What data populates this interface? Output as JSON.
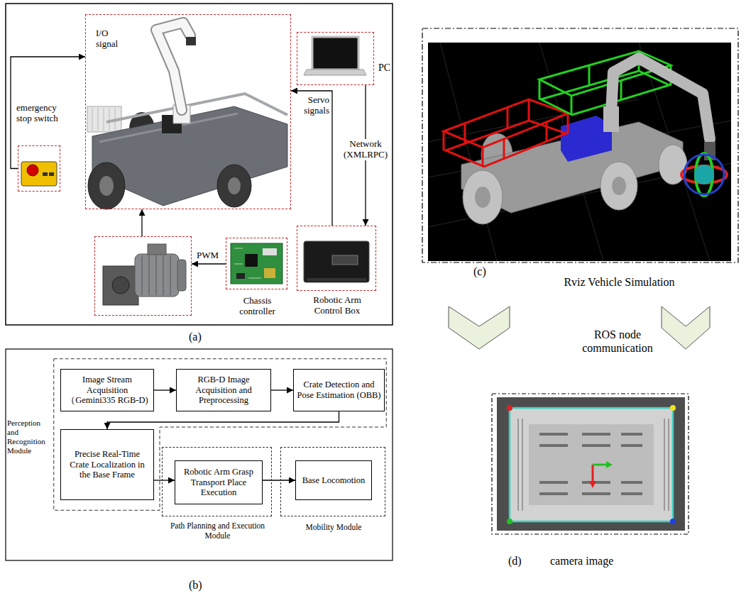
{
  "diagram": {
    "nodes": [
      {
        "text": []
      },
      {
        "text": [
          "PC"
        ]
      },
      {
        "text": [
          "emergency stop switch"
        ]
      },
      {
        "text": [
          "Robotic Arm Control Box"
        ]
      },
      {
        "text": []
      },
      {
        "text": [
          "Chassis controller"
        ]
      },
      {
        "text": [
          "Perception and Recognition Module"
        ]
      },
      {
        "text": [
          "Image Stream Acquisition（Gemini335 RGB-D)"
        ],
        "in": 6
      },
      {
        "text": [
          "RGB-D Image Acquisition and Preprocessing"
        ],
        "in": 6
      },
      {
        "text": [
          "Crate Detection and Pose Estimation (OBB)"
        ],
        "in": 6
      },
      {
        "text": [
          "Precise Real-Time Crate Localization in the Base Frame"
        ],
        "in": 6
      },
      {
        "text": [
          "Path Planning and Execution Module"
        ]
      },
      {
        "text": [
          "Robotic Arm Grasp Transport Place Execution"
        ],
        "in": 11
      },
      {
        "text": [
          "Mobility Module"
        ]
      },
      {
        "text": [
          "Base Locomotion"
        ],
        "in": 13
      }
    ],
    "edges": [
      {
        "from": 2,
        "to": 0,
        "label": "I/O signal",
        "arrow": "to"
      },
      {
        "from": 3,
        "to": 0,
        "label": "Servo signals",
        "arrow": "to"
      },
      {
        "from": 1,
        "to": 3,
        "label": "Network (XMLRPC)",
        "arrow": "to"
      },
      {
        "from": 5,
        "to": 4,
        "label": "PWM",
        "arrow": "to"
      },
      {
        "from": 4,
        "to": 0,
        "arrow": "to"
      },
      {
        "from": 7,
        "to": 8,
        "arrow": "to"
      },
      {
        "from": 8,
        "to": 9,
        "arrow": "to"
      },
      {
        "from": 9,
        "to": 10,
        "arrow": "to"
      },
      {
        "from": 10,
        "to": 12,
        "arrow": "to"
      },
      {
        "from": 12,
        "to": 14,
        "arrow": "to"
      }
    ],
    "labels": [
      "(a)",
      "(b)",
      "(c)",
      "Rviz Vehicle Simulation",
      "ROS node communication",
      "(d)",
      "camera image"
    ]
  }
}
